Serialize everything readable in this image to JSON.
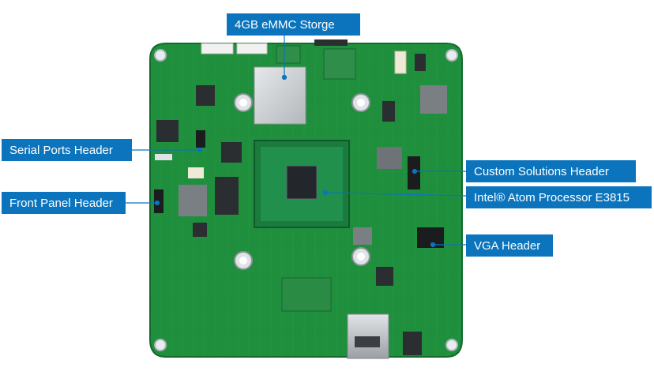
{
  "labels": {
    "emmc": "4GB eMMC Storge",
    "serial": "Serial Ports Header",
    "front_panel": "Front Panel Header",
    "custom": "Custom Solutions Header",
    "atom": "Intel® Atom Processor E3815",
    "vga": "VGA Header"
  },
  "colors": {
    "callout": "#0b74bd",
    "board": "#1e8f3c",
    "board_dark": "#14662a",
    "chip": "#2b2e31",
    "metal": "#c9ccd0"
  }
}
